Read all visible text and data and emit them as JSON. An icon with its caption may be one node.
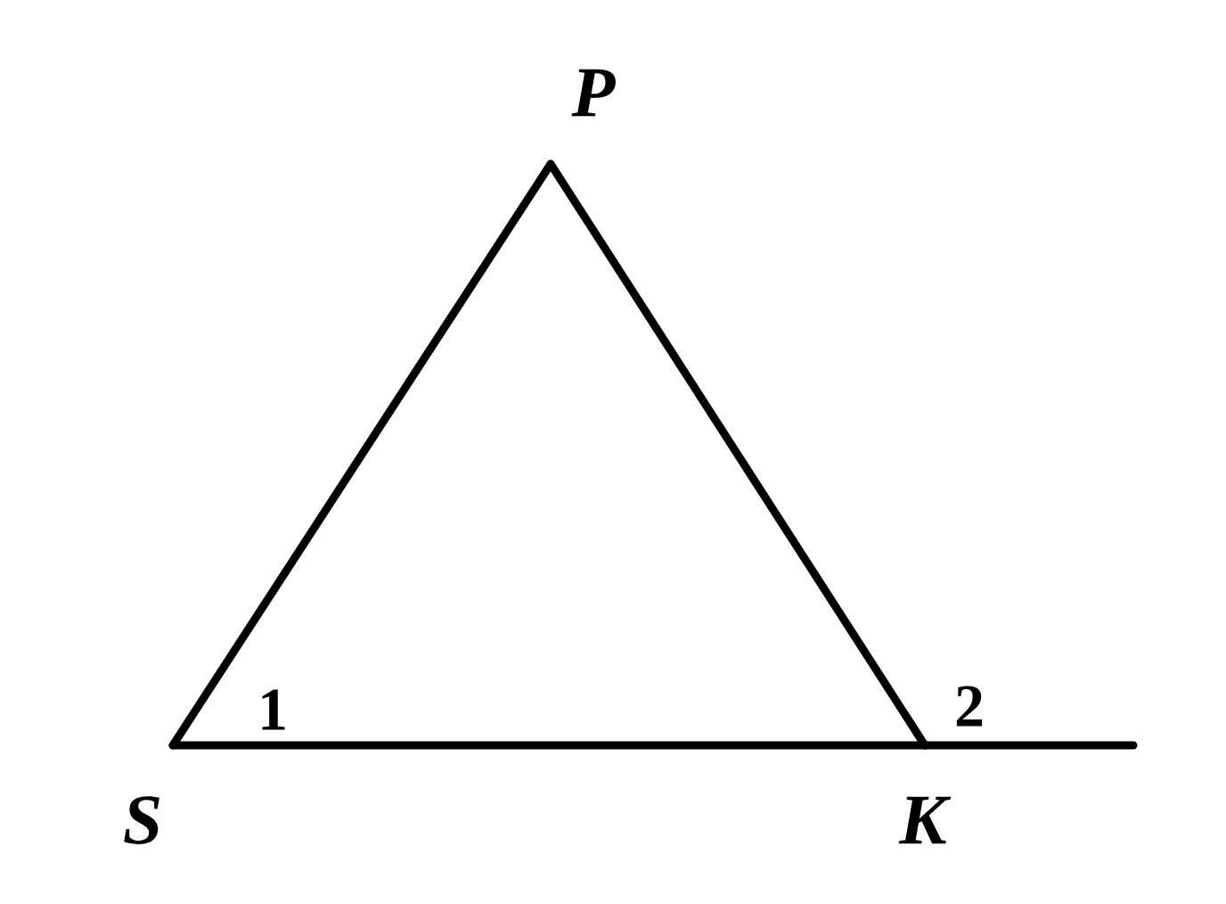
{
  "diagram": {
    "nodes": [
      {
        "text": [],
        "shape": "point",
        "beside": [
          "P"
        ]
      },
      {
        "text": [],
        "shape": "point",
        "beside": [
          "S"
        ]
      },
      {
        "text": [],
        "shape": "point",
        "beside": [
          "K"
        ]
      }
    ],
    "edges": [
      {
        "from": 1,
        "to": 0,
        "arrow": "none"
      },
      {
        "from": 0,
        "to": 2,
        "arrow": "none"
      },
      {
        "from": 1,
        "to": 2,
        "arrow": "none"
      },
      {
        "from": 2,
        "to": null,
        "arrow": "none"
      }
    ],
    "labels": [
      "1",
      "2"
    ]
  }
}
